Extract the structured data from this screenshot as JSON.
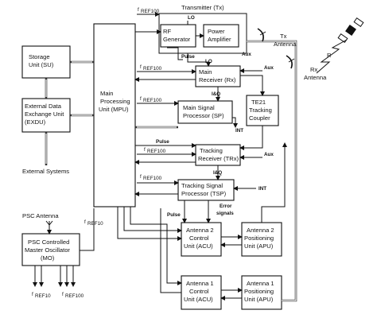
{
  "blocks": {
    "storage": [
      "Storage",
      "Unit (SU)"
    ],
    "exdu": [
      "External Data",
      "Exchange Unit",
      "(EXDU)"
    ],
    "external_systems": "External Systems",
    "mpu": [
      "Main",
      "Processing",
      "Unit (MPU)"
    ],
    "transmitter_title": "Transmitter (Tx)",
    "rf_gen": [
      "RF",
      "Generator"
    ],
    "power_amp": [
      "Power",
      "Amplifier"
    ],
    "main_rx": [
      "Main",
      "Receiver (Rx)"
    ],
    "main_sp": [
      "Main Signal",
      "Processor (SP)"
    ],
    "te21": [
      "TE21",
      "Tracking",
      "Coupler"
    ],
    "tracking_rx": [
      "Tracking",
      "Receiver (TRx)"
    ],
    "tsp": [
      "Tracking Signal",
      "Processor (TSP)"
    ],
    "acu2": [
      "Antenna 2",
      "Control",
      "Unit (ACU)"
    ],
    "apu2": [
      "Antenna 2",
      "Positioning",
      "Unit (APU)"
    ],
    "acu1": [
      "Antenna 1",
      "Control",
      "Unit (ACU)"
    ],
    "apu1": [
      "Antenna 1",
      "Positioning",
      "Unit (APU)"
    ],
    "mo": [
      "PSC Controlled",
      "Master Oscillator",
      "(MO)"
    ],
    "psc_antenna": "PSC Antenna"
  },
  "labels": {
    "tx_antenna": [
      "Tx",
      "Antenna"
    ],
    "rx_antenna": [
      "Rx",
      "Antenna"
    ],
    "target_range": "R",
    "lo": "LO",
    "pulse": "Pulse",
    "aux": "Aux",
    "iq": "I&Q",
    "int": "INT",
    "error_signals": [
      "Error",
      "signals"
    ],
    "fref100": "f",
    "fref100_sub": "REF100",
    "fref10_sub": "REF10"
  },
  "icons": [
    "satellite-icon",
    "lightning-icon",
    "dish-antenna-icon",
    "whip-antenna-icon"
  ]
}
